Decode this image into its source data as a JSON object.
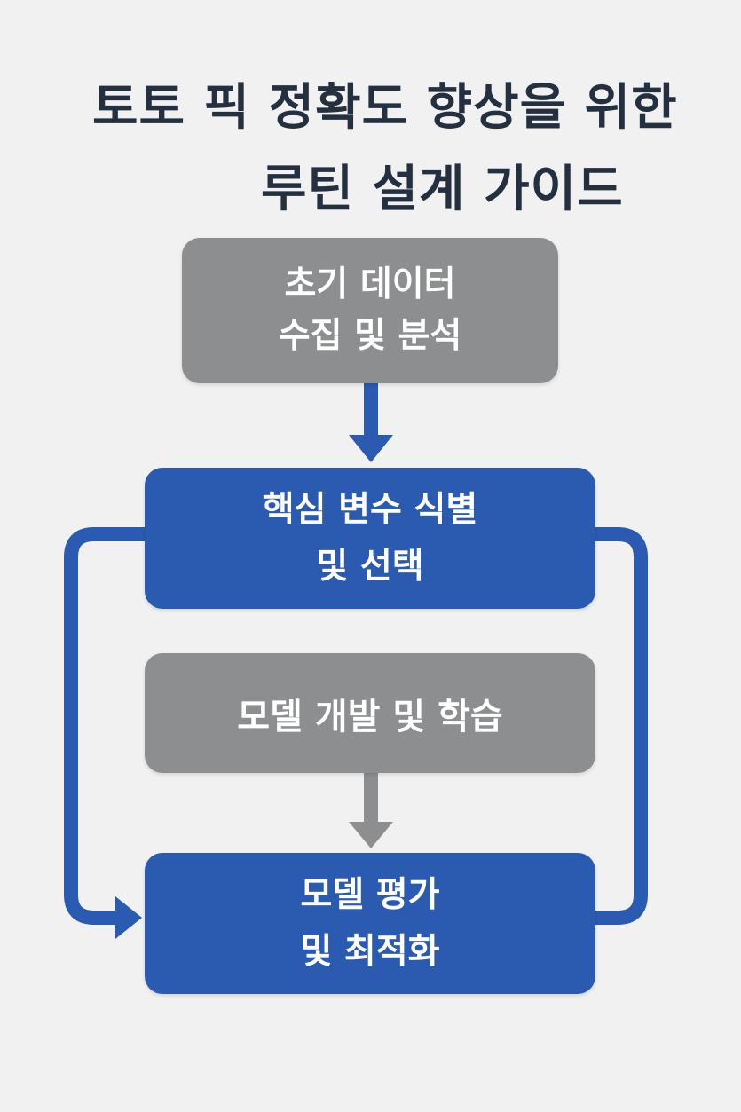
{
  "title": {
    "line1": "토토 픽 정확도 향상을 위한",
    "line2": "루틴 설계 가이드"
  },
  "steps": [
    {
      "line1": "초기 데이터",
      "line2": "수집 및 분석",
      "style": "gray"
    },
    {
      "line1": "핵심 변수 식별",
      "line2": "및 선택",
      "style": "blue"
    },
    {
      "line1": "모델 개발 및 학습",
      "style": "gray"
    },
    {
      "line1": "모델 평가",
      "line2": "및 최적화",
      "style": "blue"
    }
  ],
  "colors": {
    "background": "#f1f1f1",
    "title_text": "#243040",
    "gray_box": "#8d8e90",
    "blue_box": "#2a5bb0",
    "blue_arrow": "#2a5bb0",
    "gray_arrow": "#8d8e90"
  }
}
